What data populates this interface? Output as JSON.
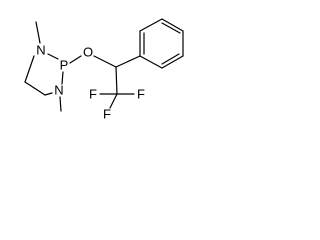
{
  "structure": {
    "atoms": {
      "n1": "N",
      "n2": "N",
      "p": "P",
      "o": "O",
      "f1": "F",
      "f2": "F",
      "f3": "F"
    }
  }
}
